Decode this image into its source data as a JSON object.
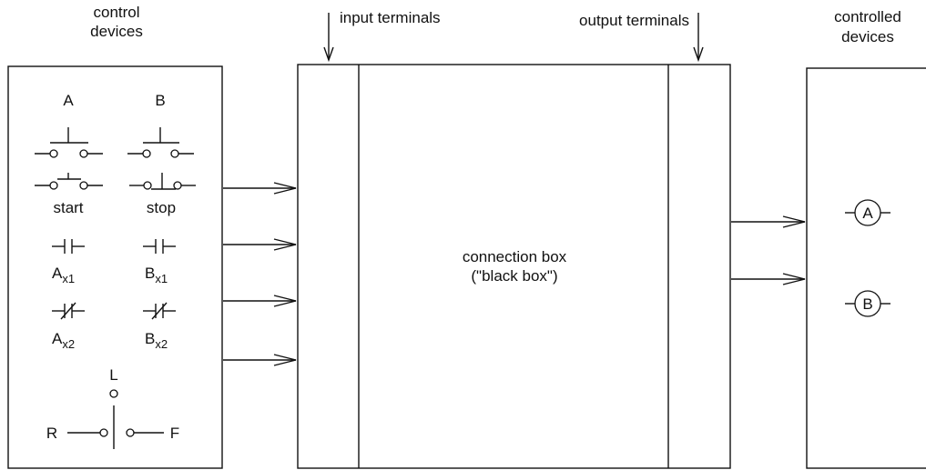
{
  "labels": {
    "control_devices": [
      "control",
      "devices"
    ],
    "controlled_devices": [
      "controlled",
      "devices"
    ],
    "input_terminals": "input terminals",
    "output_terminals": "output terminals",
    "connection_box": [
      "connection box",
      "(\"black box\")"
    ]
  },
  "control_panel": {
    "col_a": "A",
    "col_b": "B",
    "start": "start",
    "stop": "stop",
    "contact_a1": {
      "base": "A",
      "sub": "x1"
    },
    "contact_b1": {
      "base": "B",
      "sub": "x1"
    },
    "contact_a2": {
      "base": "A",
      "sub": "x2"
    },
    "contact_b2": {
      "base": "B",
      "sub": "x2"
    },
    "switch_l": "L",
    "switch_r": "R",
    "switch_f": "F"
  },
  "controlled": {
    "coil_a": "A",
    "coil_b": "B"
  }
}
